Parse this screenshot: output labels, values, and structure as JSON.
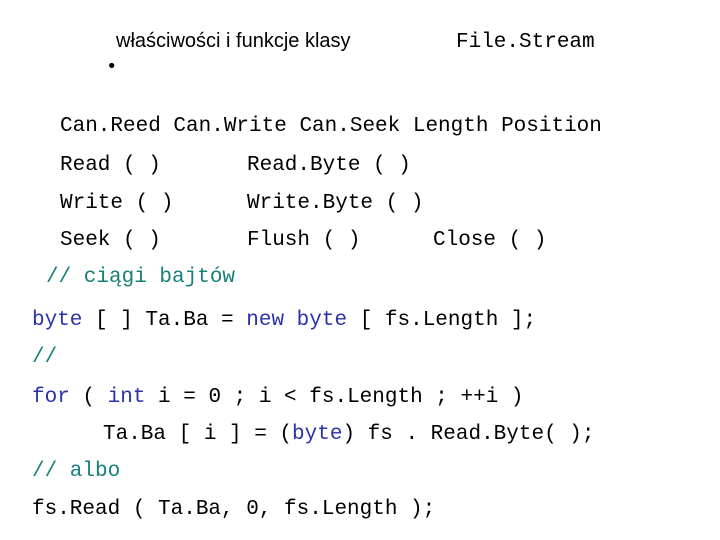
{
  "heading": {
    "bullet": "•",
    "text": "właściwości i funkcje klasy",
    "class_name": "File.Stream"
  },
  "members": {
    "properties": "Can.Reed Can.Write Can.Seek Length Position",
    "row1": [
      "Read ( )",
      "Read.Byte ( )"
    ],
    "row2": [
      "Write ( )",
      "Write.Byte ( )"
    ],
    "row3": [
      "Seek ( )",
      "Flush ( )",
      "Close ( )"
    ]
  },
  "code": {
    "comment1": "// ciągi bajtów",
    "line1": {
      "kw1": "byte",
      "a": " [ ] Ta.Ba = ",
      "kw2": "new",
      "sp": " ",
      "kw3": "byte",
      "b": " [ fs.Length ];"
    },
    "comment2": "//",
    "line2": {
      "kw1": "for",
      "a": " ( ",
      "kw2": "int",
      "b": " i = 0 ; i < fs.Length ; ++i )"
    },
    "line3": {
      "a": "Ta.Ba [ i ] = (",
      "kw": "byte",
      "b": ") fs . Read.Byte( );"
    },
    "comment3": "// albo",
    "line4": "fs.Read ( Ta.Ba, 0, fs.Length );"
  },
  "colors": {
    "keyword": "#2a32a8",
    "comment": "#16807a",
    "text": "#000000",
    "background": "#ffffff"
  }
}
